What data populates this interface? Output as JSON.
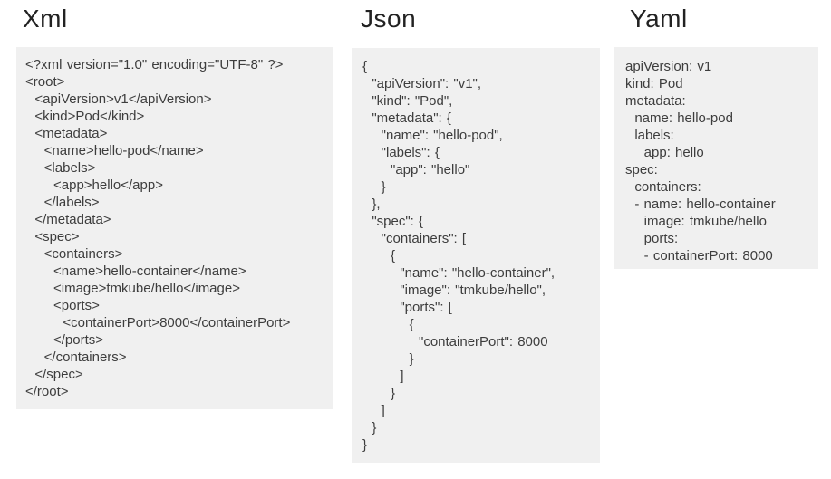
{
  "colors": {
    "page_bg": "#ffffff",
    "panel_bg": "#f0f0f0",
    "title_color": "#222222",
    "code_color": "#3d3d3d"
  },
  "panels": [
    {
      "id": "xml",
      "title": "Xml",
      "code": "<?xml version=\"1.0\" encoding=\"UTF-8\" ?>\n<root>\n  <apiVersion>v1</apiVersion>\n  <kind>Pod</kind>\n  <metadata>\n    <name>hello-pod</name>\n    <labels>\n      <app>hello</app>\n    </labels>\n  </metadata>\n  <spec>\n    <containers>\n      <name>hello-container</name>\n      <image>tmkube/hello</image>\n      <ports>\n        <containerPort>8000</containerPort>\n      </ports>\n    </containers>\n  </spec>\n</root>"
    },
    {
      "id": "json",
      "title": "Json",
      "code": "{\n  \"apiVersion\": \"v1\",\n  \"kind\": \"Pod\",\n  \"metadata\": {\n    \"name\": \"hello-pod\",\n    \"labels\": {\n      \"app\": \"hello\"\n    }\n  },\n  \"spec\": {\n    \"containers\": [\n      {\n        \"name\": \"hello-container\",\n        \"image\": \"tmkube/hello\",\n        \"ports\": [\n          {\n            \"containerPort\": 8000\n          }\n        ]\n      }\n    ]\n  }\n}"
    },
    {
      "id": "yaml",
      "title": "Yaml",
      "code": "apiVersion: v1\nkind: Pod\nmetadata:\n  name: hello-pod\n  labels:\n    app: hello\nspec:\n  containers:\n  - name: hello-container\n    image: tmkube/hello\n    ports:\n    - containerPort: 8000"
    }
  ]
}
